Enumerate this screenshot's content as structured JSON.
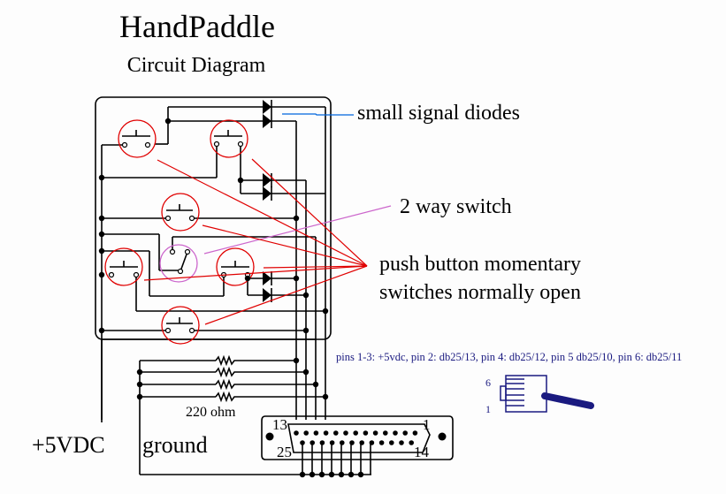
{
  "title": "HandPaddle",
  "subtitle": "Circuit Diagram",
  "labels": {
    "diodes": "small signal diodes",
    "two_way_switch": "2 way switch",
    "push_button_line1": "push button momentary",
    "push_button_line2": "switches normally open",
    "resistor": "220 ohm",
    "plus5v": "+5VDC",
    "ground": "ground"
  },
  "pinout_note": "pins 1-3: +5vdc, pin 2: db25/13, pin 4: db25/12, pin 5 db25/10, pin 6: db25/11",
  "db25": {
    "pin_13": "13",
    "pin_1": "1",
    "pin_25": "25",
    "pin_14": "14",
    "top_pins": 13,
    "bottom_pins": 12
  },
  "rj_connector": {
    "pin_top": "6",
    "pin_bottom": "1"
  },
  "colors": {
    "push_button": "#e00000",
    "two_way_switch": "#cc66cc",
    "diode_pointer": "#0066dd",
    "note_text": "#1a1a80"
  }
}
